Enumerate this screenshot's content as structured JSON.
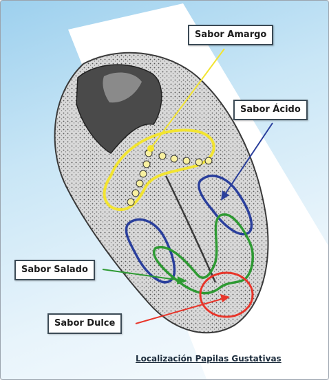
{
  "labels": {
    "amargo": "Sabor Amargo",
    "acido": "Sabor Ácido",
    "salado": "Sabor Salado",
    "dulce": "Sabor Dulce"
  },
  "caption": "Localización Papilas Gustativas",
  "colors": {
    "amargo": "#f2e431",
    "acido": "#2a3f9c",
    "salado": "#2e9a33",
    "dulce": "#e8352a"
  }
}
